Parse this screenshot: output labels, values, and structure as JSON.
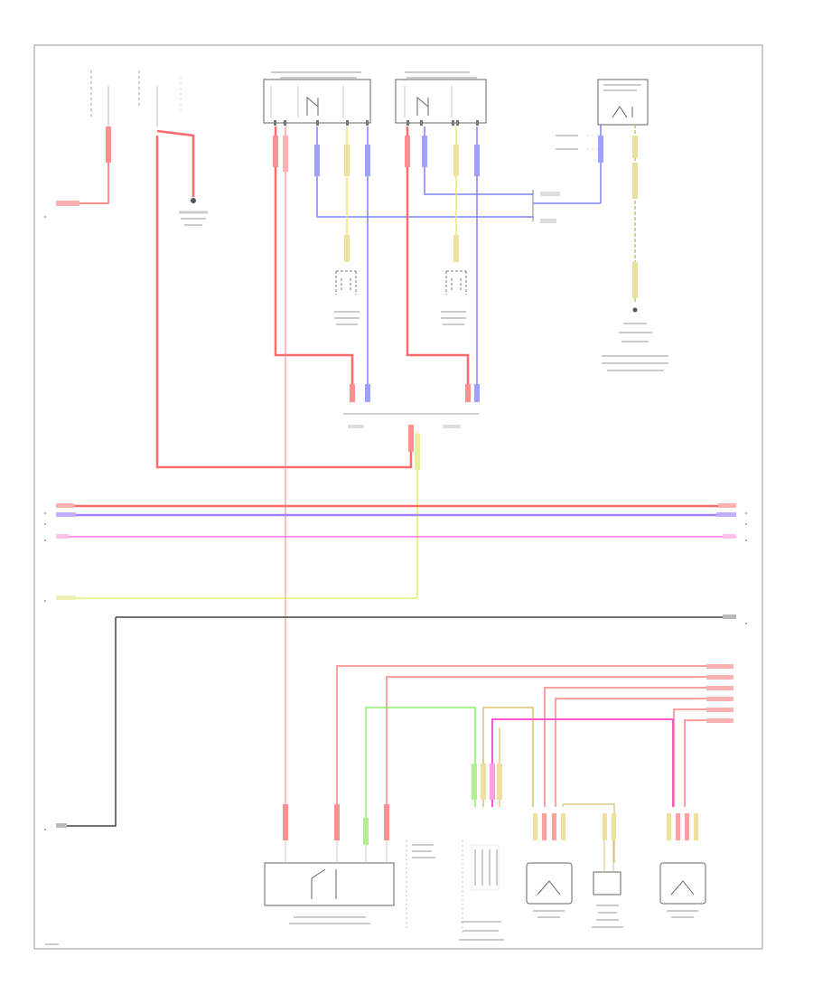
{
  "colors": {
    "red": "#ff6a6a",
    "blue": "#8080ff",
    "yellow": "#e8e878",
    "pink": "#ff77dd",
    "green": "#88ee66",
    "yellow_green": "#e0f06a",
    "tan": "#d8c070",
    "black": "#444444",
    "frame": "#999999"
  },
  "icons": {
    "splice": "dot",
    "switch": "switch-contact-symbol",
    "heating": "resistor-element"
  }
}
